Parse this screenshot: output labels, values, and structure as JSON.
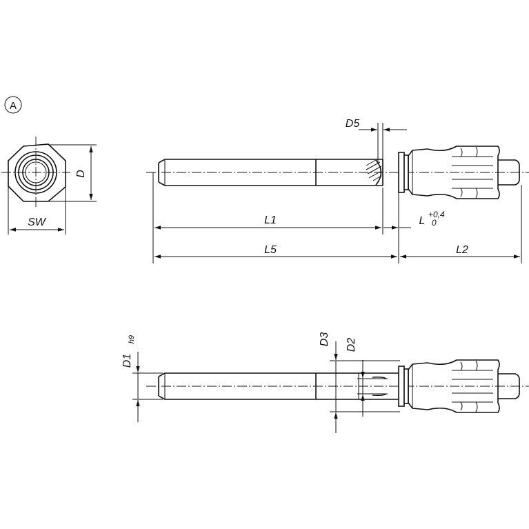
{
  "view_marker": "A",
  "labels": {
    "D": "D",
    "SW": "SW",
    "D5": "D5",
    "L1": "L1",
    "L": "L",
    "L_tol_upper": "+0,4",
    "L_tol_lower": "0",
    "L5": "L5",
    "L2": "L2",
    "D1": "D1",
    "D1_tol": "h9",
    "D3": "D3",
    "D2": "D2"
  }
}
